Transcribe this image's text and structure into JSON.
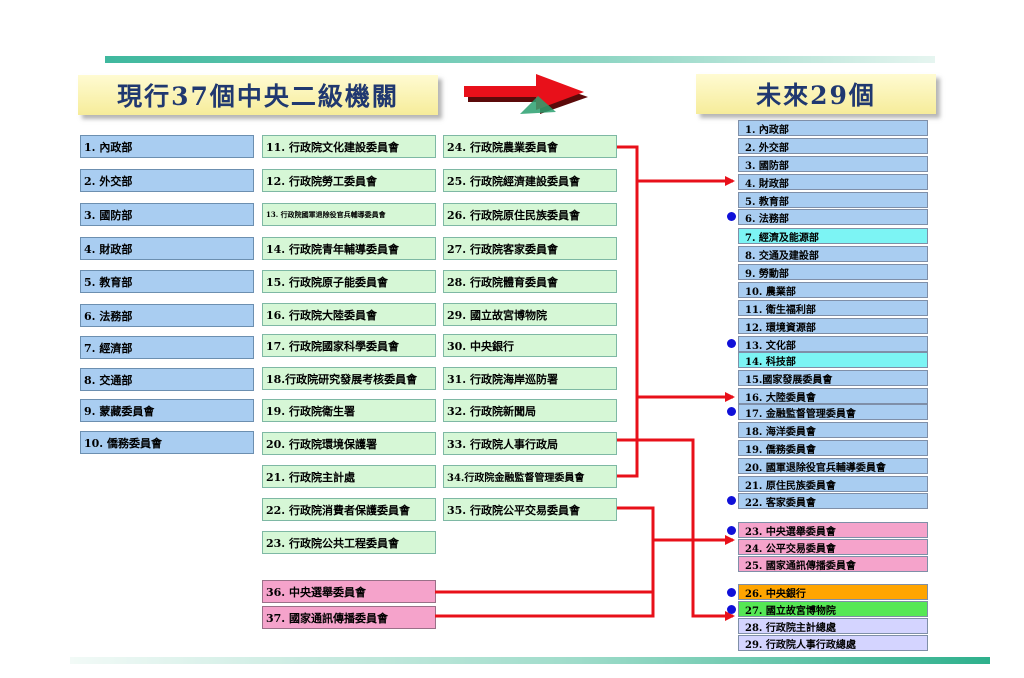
{
  "title_left": "現行37個中央二級機關",
  "title_right": "未來29個",
  "left_col1": [
    "1. 內政部",
    "2. 外交部",
    "3. 國防部",
    "4. 財政部",
    "5. 教育部",
    "6. 法務部",
    "7. 經濟部",
    "8. 交通部",
    "9. 蒙藏委員會",
    "10. 僑務委員會"
  ],
  "left_col2": [
    "11. 行政院文化建設委員會",
    "12. 行政院勞工委員會",
    "13. 行政院國軍退除役官兵輔導委員會",
    "14. 行政院青年輔導委員會",
    "15. 行政院原子能委員會",
    "16. 行政院大陸委員會",
    "17. 行政院國家科學委員會",
    "18.行政院研究發展考核委員會",
    "19. 行政院衛生署",
    "20. 行政院環境保護署",
    "21. 行政院主計處",
    "22. 行政院消費者保護委員會",
    "23. 行政院公共工程委員會"
  ],
  "left_col3": [
    "24. 行政院農業委員會",
    "25. 行政院經濟建設委員會",
    "26. 行政院原住民族委員會",
    "27. 行政院客家委員會",
    "28. 行政院體育委員會",
    "29. 國立故宮博物院",
    "30. 中央銀行",
    "31. 行政院海岸巡防署",
    "32. 行政院新聞局",
    "33. 行政院人事行政局",
    "34.行政院金融監督管理委員會",
    "35. 行政院公平交易委員會"
  ],
  "left_extra": [
    "36. 中央選舉委員會",
    "37. 國家通訊傳播委員會"
  ],
  "right_list": [
    "1. 內政部",
    "2. 外交部",
    "3. 國防部",
    "4. 財政部",
    "5. 教育部",
    "6. 法務部",
    "7. 經濟及能源部",
    "8. 交通及建設部",
    "9. 勞動部",
    "10. 農業部",
    "11. 衛生福利部",
    "12. 環境資源部",
    "13. 文化部",
    "14. 科技部",
    "15.國家發展委員會",
    "16. 大陸委員會",
    "17. 金融監督管理委員會",
    "18. 海洋委員會",
    "19. 僑務委員會",
    "20. 國軍退除役官兵輔導委員會",
    "21. 原住民族委員會",
    "22. 客家委員會",
    "23. 中央選舉委員會",
    "24. 公平交易委員會",
    "25. 國家通訊傳播委員會",
    "26. 中央銀行",
    "27. 國立故宮博物院",
    "28. 行政院主計總處",
    "29. 行政院人事行政總處"
  ],
  "colors": {
    "accent_arrow": "#e8101a",
    "connector": "#e8101a",
    "dot": "#1010d8"
  }
}
